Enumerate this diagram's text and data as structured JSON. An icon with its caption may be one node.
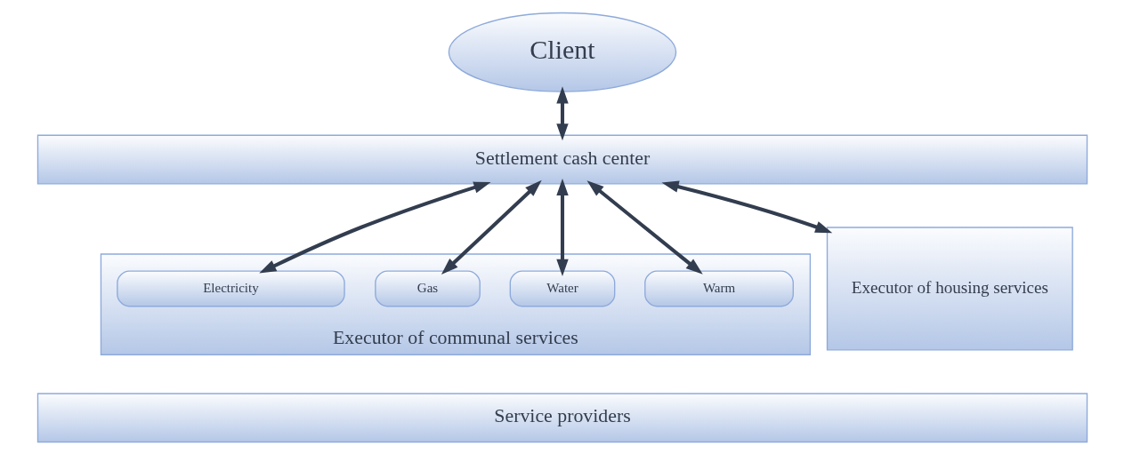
{
  "diagram": {
    "nodes": [
      {
        "text": [
          "Client"
        ]
      },
      {
        "text": [
          "Settlement cash center"
        ]
      },
      {
        "text": [
          "Executor of communal services"
        ]
      },
      {
        "text": [
          "Warm"
        ],
        "in": 2
      },
      {
        "text": [
          "Water"
        ],
        "in": 2
      },
      {
        "text": [
          "Gas"
        ],
        "in": 2
      },
      {
        "text": [
          "Electricity"
        ],
        "in": 2
      },
      {
        "text": [
          "Executor of housing services"
        ]
      },
      {
        "text": [
          "Service providers"
        ]
      }
    ],
    "edges": [
      {
        "from": 0,
        "to": 1,
        "arrow": "both"
      },
      {
        "from": 1,
        "to": 3,
        "arrow": "both"
      },
      {
        "from": 1,
        "to": 4,
        "arrow": "both"
      },
      {
        "from": 1,
        "to": 5,
        "arrow": "both"
      },
      {
        "from": 1,
        "to": 6,
        "arrow": "both"
      },
      {
        "from": 1,
        "to": 7,
        "arrow": "both"
      }
    ]
  }
}
